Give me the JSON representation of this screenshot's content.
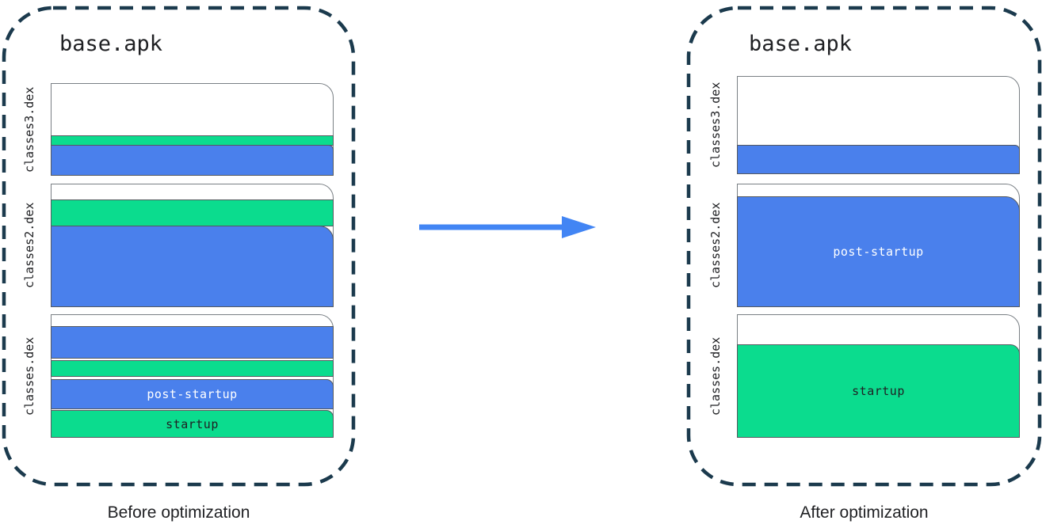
{
  "diagram": {
    "colors": {
      "blue": "#4a80ec",
      "green": "#0bdc8e",
      "arrow_blue": "#4285f4",
      "page_border": "#797f84",
      "segment_border": "#55595e",
      "frame_dash": "#1b3a4d",
      "ink": "#202124"
    },
    "segment_labels": {
      "post_startup": "post-startup",
      "startup": "startup"
    },
    "before": {
      "title": "base.apk",
      "caption": "Before optimization",
      "sections": [
        {
          "label": "classes3.dex"
        },
        {
          "label": "classes2.dex"
        },
        {
          "label": "classes.dex"
        }
      ]
    },
    "after": {
      "title": "base.apk",
      "caption": "After optimization",
      "sections": [
        {
          "label": "classes3.dex"
        },
        {
          "label": "classes2.dex"
        },
        {
          "label": "classes.dex"
        }
      ]
    }
  }
}
